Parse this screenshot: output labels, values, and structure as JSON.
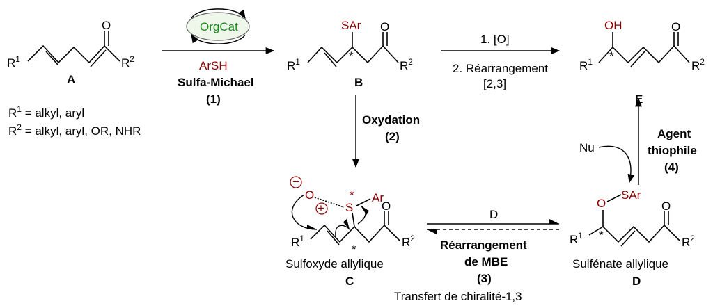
{
  "compounds": {
    "A": {
      "letter": "A",
      "r1": "R",
      "r1_sup": "1",
      "r2": "R",
      "r2_sup": "2",
      "o": "O"
    },
    "B": {
      "letter": "B",
      "r1": "R",
      "r1_sup": "1",
      "r2": "R",
      "r2_sup": "2",
      "o": "O",
      "sar": "SAr",
      "star": "*"
    },
    "C": {
      "letter": "C",
      "name": "Sulfoxyde allylique",
      "r1": "R",
      "r1_sup": "1",
      "r2": "R",
      "r2_sup": "2",
      "o": "O",
      "ox": "O",
      "s": "S",
      "ar": "Ar",
      "minus": "−",
      "plus": "+",
      "star": "*"
    },
    "D": {
      "letter": "D",
      "name": "Sulfénate allylique",
      "r1": "R",
      "r1_sup": "1",
      "r2": "R",
      "r2_sup": "2",
      "o": "O",
      "osar_o": "O",
      "osar_sar": "SAr",
      "star": "*"
    },
    "E": {
      "letter": "E",
      "r1": "R",
      "r1_sup": "1",
      "r2": "R",
      "r2_sup": "2",
      "o": "O",
      "oh": "OH",
      "star": "*"
    }
  },
  "substituents": {
    "r1_line": {
      "r": "R",
      "sup": "1",
      "text": " = alkyl, aryl"
    },
    "r2_line": {
      "r": "R",
      "sup": "2",
      "text": " = alkyl, aryl, OR, NHR"
    }
  },
  "steps": {
    "s1": {
      "catalyst": "OrgCat",
      "reagent": "ArSH",
      "name": "Sulfa-Michael",
      "num": "(1)"
    },
    "s2": {
      "name": "Oxydation",
      "num": "(2)"
    },
    "s3": {
      "reagent": "D",
      "name1": "Réarrangement",
      "name2": "de MBE",
      "num": "(3)",
      "note": "Transfert de chiralité-1,3"
    },
    "s4": {
      "name1": "Agent",
      "name2": "thiophile",
      "num": "(4)",
      "nu": "Nu"
    },
    "be": {
      "line1": "1. [O]",
      "line2": "2. Réarrangement",
      "line3": "[2,3]"
    }
  },
  "colors": {
    "accent": "#8b0000",
    "catalyst": "#1a8a1a"
  }
}
